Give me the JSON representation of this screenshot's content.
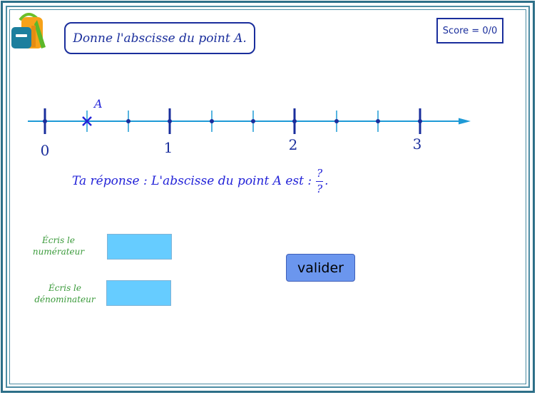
{
  "instruction": "Donne l'abscisse du point A.",
  "score": "Score = 0/0",
  "number_line": {
    "point_label": "A",
    "labels": [
      "0",
      "1",
      "2",
      "3"
    ],
    "axis_color": "#1e9ad6",
    "major_tick_color": "#1a2e9c",
    "point_color": "#2323d8"
  },
  "answer": {
    "prefix": "Ta réponse : L'abscisse du point A est :",
    "numerator": "?",
    "denominator": "?",
    "suffix": "."
  },
  "numerator_field": {
    "label_line1": "Écris le",
    "label_line2": "numérateur",
    "value": ""
  },
  "denominator_field": {
    "label_line1": "Écris le",
    "label_line2": "dénominateur",
    "value": ""
  },
  "valider_label": "valider",
  "icons": {
    "app_logo": "backpack-icon"
  }
}
